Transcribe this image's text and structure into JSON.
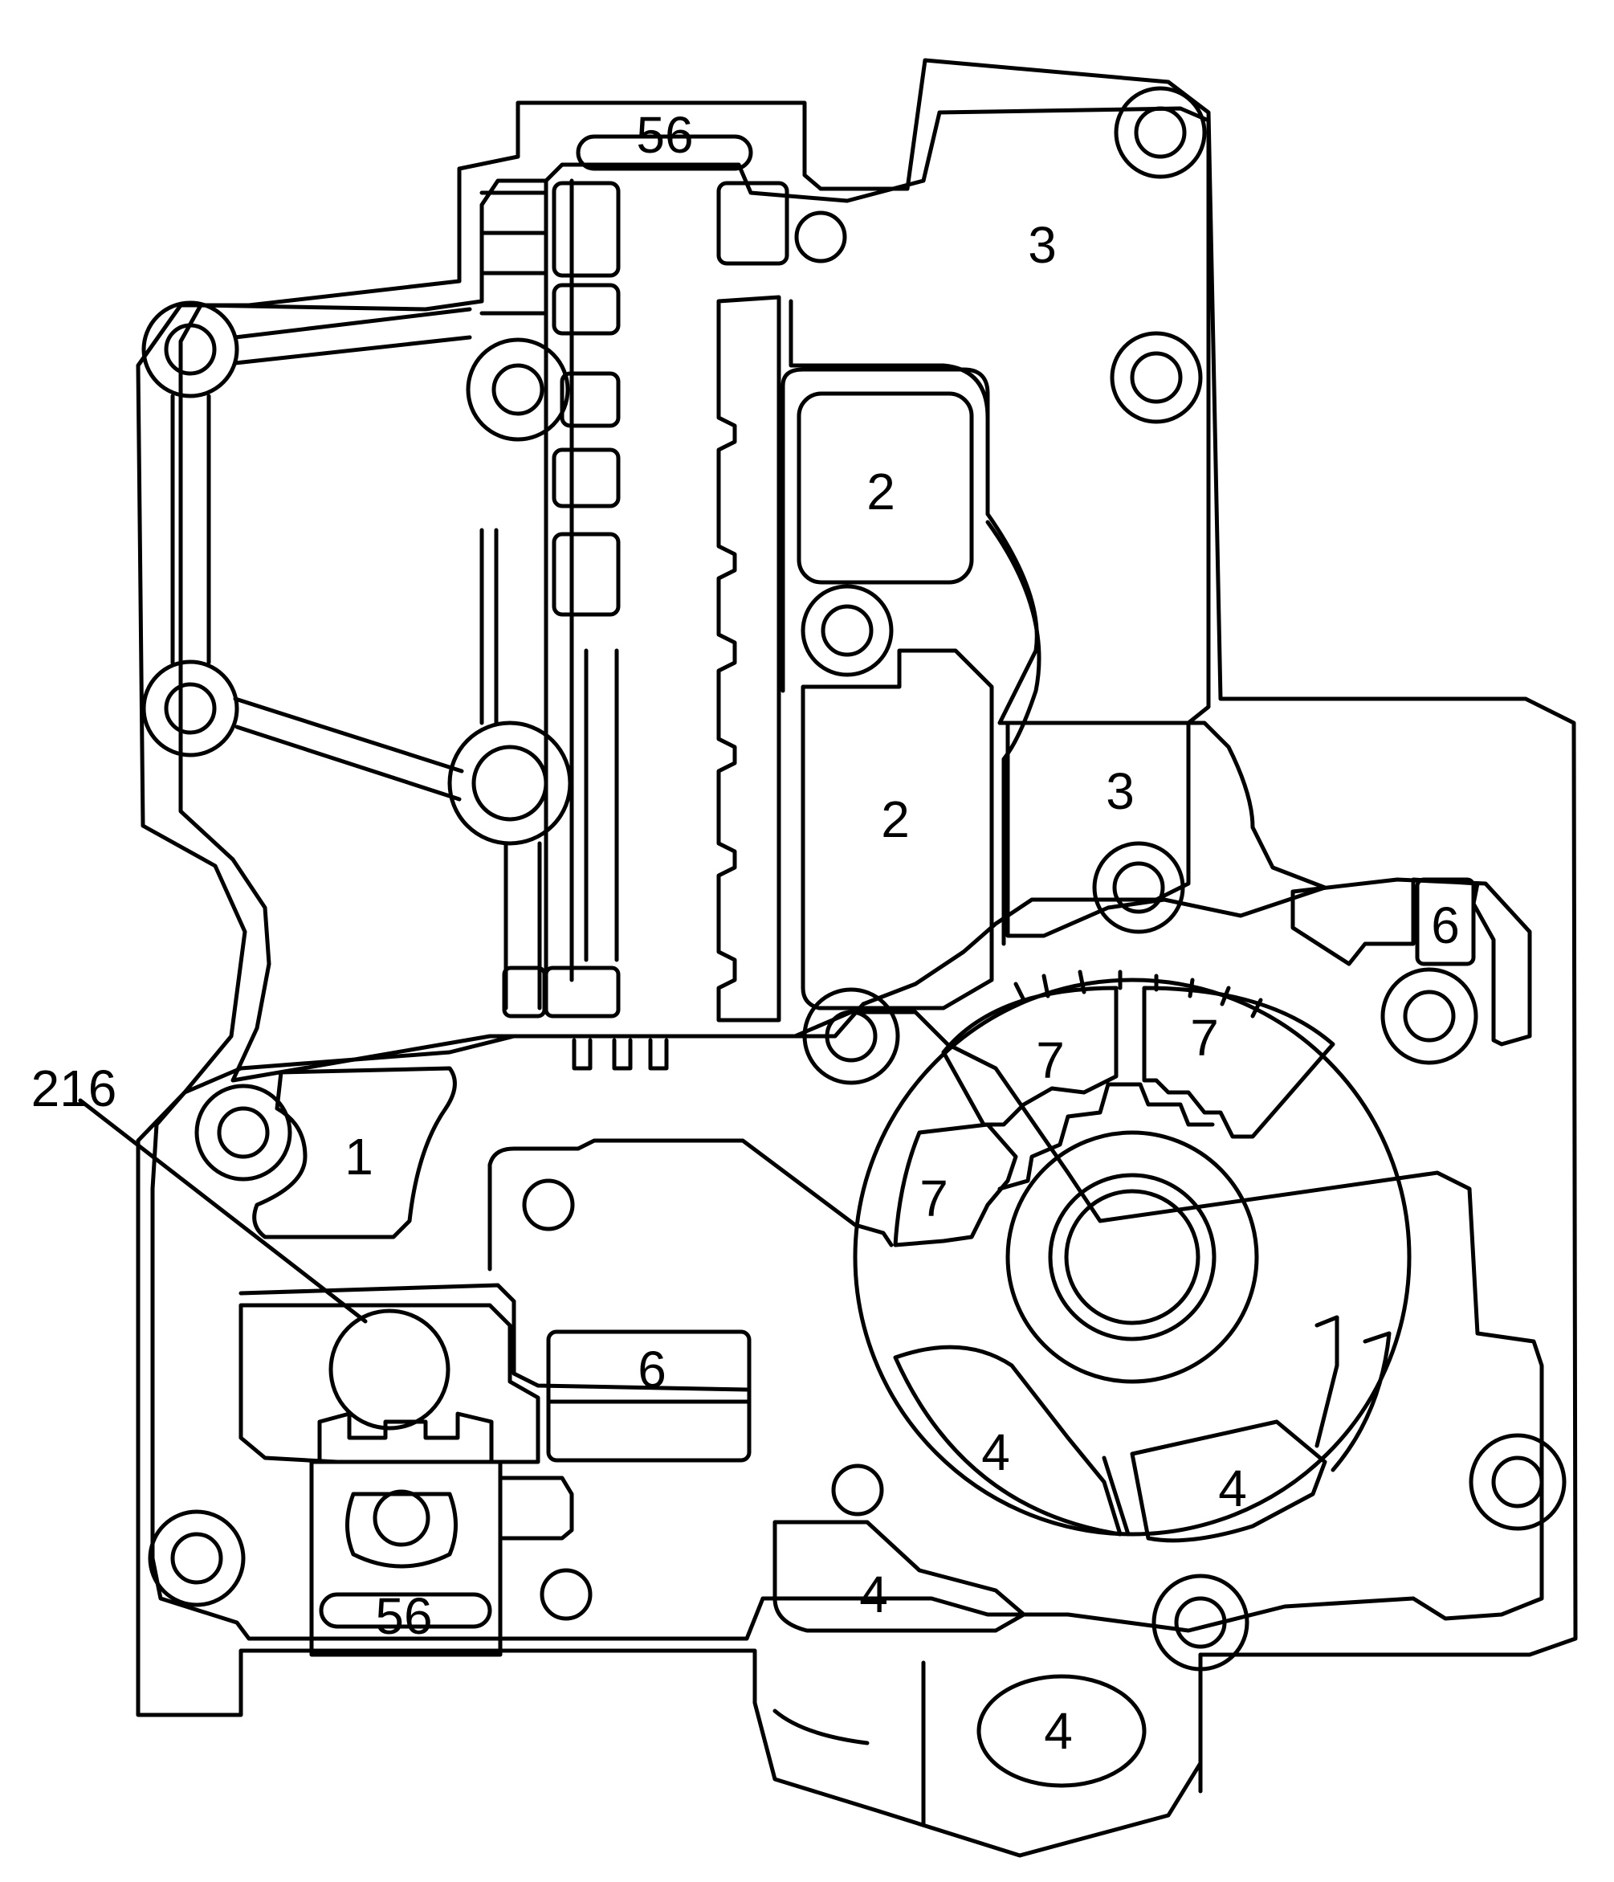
{
  "diagram": {
    "labels": {
      "top_56": "56",
      "bottom_56": "56",
      "area_1": "1",
      "area_2_upper": "2",
      "area_2_lower": "2",
      "area_3_upper": "3",
      "area_3_lower": "3",
      "area_4_ring_left": "4",
      "area_4_ring_right": "4",
      "area_4_lower": "4",
      "area_4_bottom": "4",
      "area_6_right": "6",
      "area_6_center": "6",
      "area_7_left": "7",
      "area_7_mid": "7",
      "area_7_right": "7",
      "callout_216": "216"
    }
  }
}
